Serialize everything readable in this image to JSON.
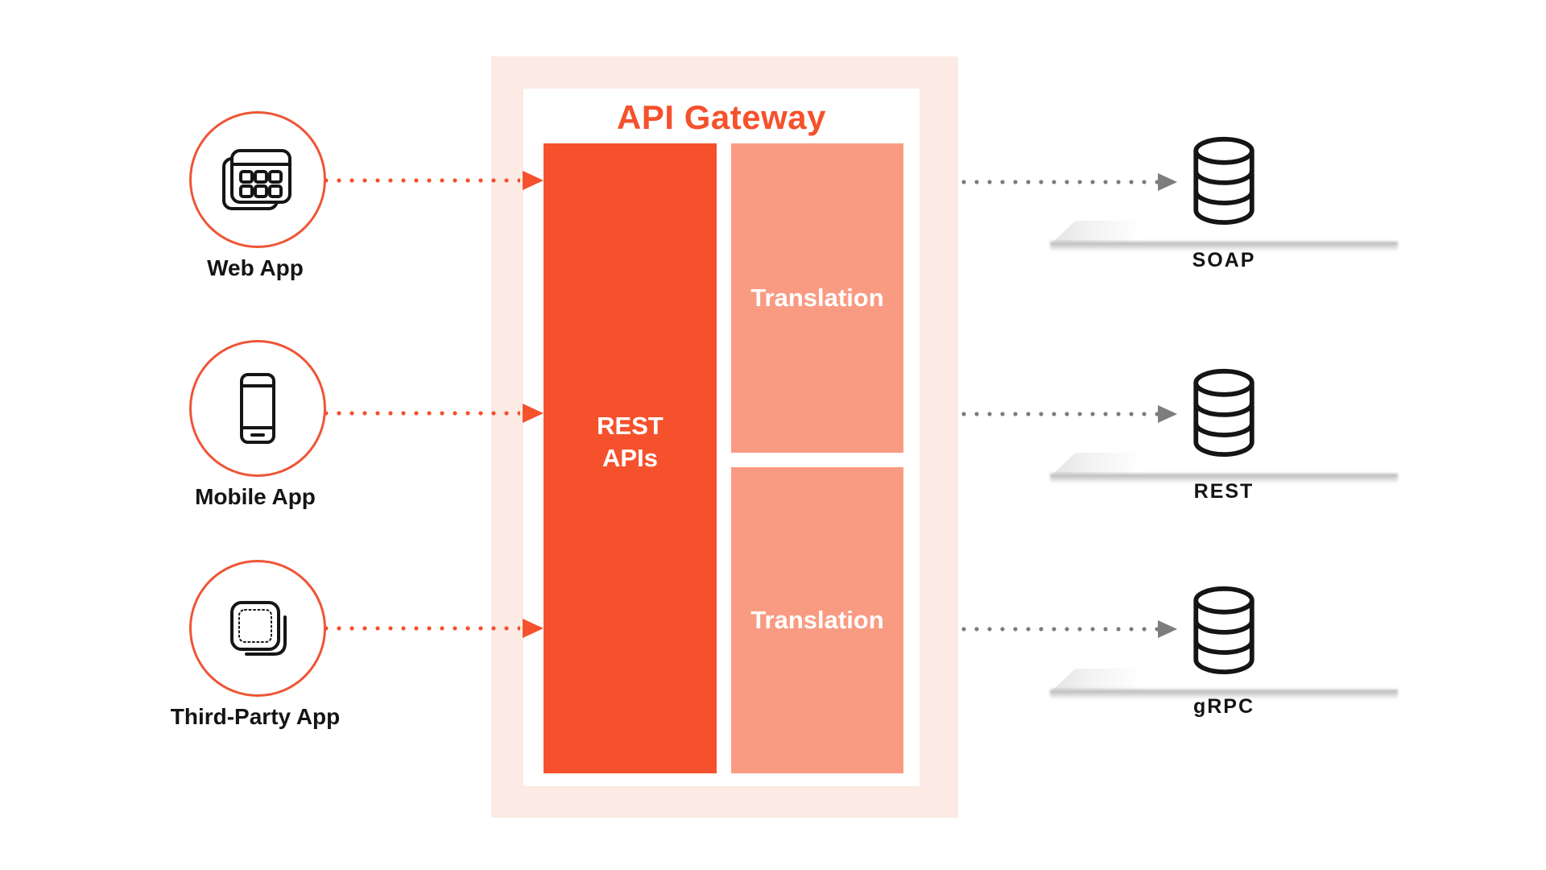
{
  "colors": {
    "accent_orange": "#F4512C",
    "salmon": "#F99B82",
    "panel_pink": "#FCEAE4",
    "circle_stroke": "#EE5636",
    "arrow_gray": "#7D7D7D",
    "text_black": "#141414"
  },
  "sources": [
    {
      "label": "Web App",
      "icon": "grid-window-icon"
    },
    {
      "label": "Mobile App",
      "icon": "smartphone-icon"
    },
    {
      "label": "Third-Party App",
      "icon": "stacked-squares-icon"
    }
  ],
  "gateway": {
    "title": "API Gateway",
    "core_block": "REST\nAPIs",
    "translation_top": "Translation",
    "translation_bottom": "Translation"
  },
  "backends": [
    {
      "label": "SOAP",
      "icon": "database-icon"
    },
    {
      "label": "REST",
      "icon": "database-icon"
    },
    {
      "label": "gRPC",
      "icon": "database-icon"
    }
  ]
}
